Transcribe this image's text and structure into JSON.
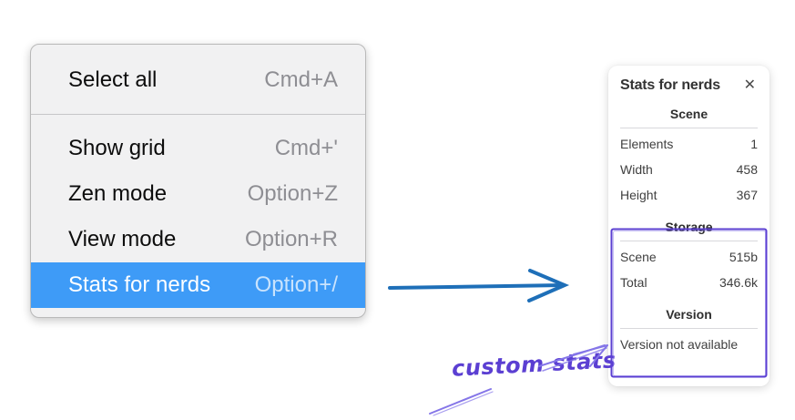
{
  "context_menu": {
    "groups": [
      {
        "items": [
          {
            "label": "Select all",
            "shortcut": "Cmd+A",
            "highlighted": false
          }
        ]
      },
      {
        "items": [
          {
            "label": "Show grid",
            "shortcut": "Cmd+'",
            "highlighted": false
          },
          {
            "label": "Zen mode",
            "shortcut": "Option+Z",
            "highlighted": false
          },
          {
            "label": "View mode",
            "shortcut": "Option+R",
            "highlighted": false
          },
          {
            "label": "Stats for nerds",
            "shortcut": "Option+/",
            "highlighted": true
          }
        ]
      }
    ]
  },
  "stats_panel": {
    "title": "Stats for nerds",
    "close_icon": "✕",
    "sections": [
      {
        "heading": "Scene",
        "rows": [
          {
            "label": "Elements",
            "value": "1"
          },
          {
            "label": "Width",
            "value": "458"
          },
          {
            "label": "Height",
            "value": "367"
          }
        ]
      },
      {
        "heading": "Storage",
        "rows": [
          {
            "label": "Scene",
            "value": "515b"
          },
          {
            "label": "Total",
            "value": "346.6k"
          }
        ]
      },
      {
        "heading": "Version",
        "note": "Version not available"
      }
    ]
  },
  "annotation": {
    "label": "custom stats"
  },
  "colors": {
    "menu_highlight": "#3e9bf7",
    "flow_arrow_blue": "#1e6fb8",
    "annotation_purple": "#5b3fd2",
    "annotation_purple_light": "#8576e8"
  }
}
